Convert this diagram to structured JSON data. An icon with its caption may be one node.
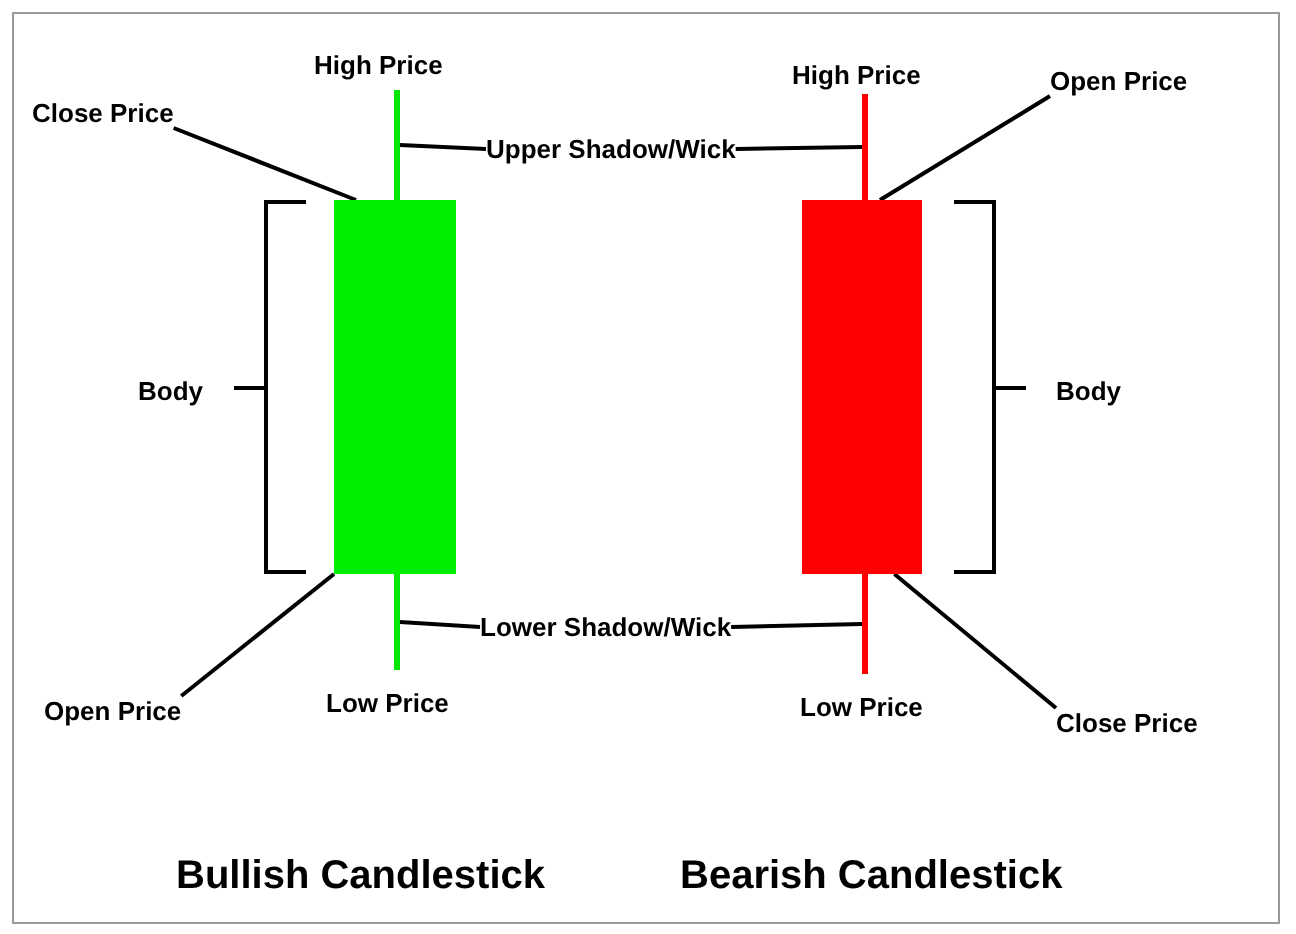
{
  "diagram": {
    "nodes": [
      {
        "text": [
          "Close Price"
        ]
      },
      {
        "text": [
          "Upper Shadow/Wick"
        ]
      },
      {
        "text": [
          "Open Price"
        ]
      },
      {
        "text": [],
        "shape": "bar",
        "beside": [
          "High Price"
        ]
      },
      {
        "text": [],
        "shape": "bar",
        "beside": [
          "High Price"
        ]
      },
      {
        "text": [],
        "shape": "bar"
      },
      {
        "text": [],
        "shape": "bar"
      },
      {
        "text": [],
        "shape": "bar",
        "beside": [
          "Low Price"
        ]
      },
      {
        "text": [],
        "shape": "bar",
        "beside": [
          "Low Price"
        ]
      },
      {
        "text": [
          "Lower Shadow/Wick"
        ]
      },
      {
        "text": [
          "Open Price"
        ]
      },
      {
        "text": [
          "Close Price"
        ]
      }
    ],
    "edges": [
      {
        "from": 0,
        "to": 5,
        "arrow": "none"
      },
      {
        "from": 1,
        "to": 3,
        "arrow": "none"
      },
      {
        "from": 1,
        "to": 4,
        "arrow": "none"
      },
      {
        "from": 2,
        "to": 6,
        "arrow": "none"
      },
      {
        "from": 9,
        "to": 7,
        "arrow": "none"
      },
      {
        "from": 9,
        "to": 8,
        "arrow": "none"
      },
      {
        "from": 10,
        "to": 5,
        "arrow": "none"
      },
      {
        "from": 11,
        "to": 6,
        "arrow": "none"
      }
    ],
    "labels": [
      "Body",
      "Body",
      "Bullish Candlestick",
      "Bearish Candlestick"
    ]
  }
}
